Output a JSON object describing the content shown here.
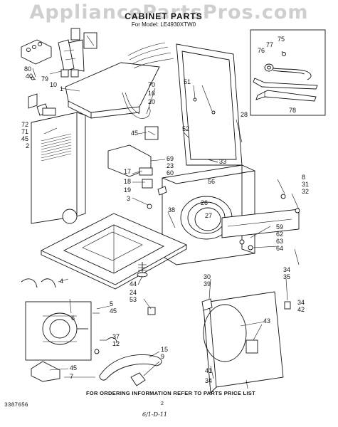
{
  "watermark": "AppliancePartsPros.com",
  "title": "CABINET PARTS",
  "subtitle": "For Model: LE4930XTW0",
  "footer": "FOR ORDERING INFORMATION REFER TO PARTS PRICE LIST",
  "drawing_code": "3387656",
  "page_number": "2",
  "signature": "6/1-D-11",
  "part_labels": [
    {
      "id": "p75",
      "text": "75"
    },
    {
      "id": "p76",
      "text": "76"
    },
    {
      "id": "p77",
      "text": "77"
    },
    {
      "id": "p78",
      "text": "78"
    },
    {
      "id": "p80",
      "text": "80"
    },
    {
      "id": "p40",
      "text": "40"
    },
    {
      "id": "p79",
      "text": "79"
    },
    {
      "id": "p10",
      "text": "10"
    },
    {
      "id": "p1",
      "text": "1"
    },
    {
      "id": "p70",
      "text": "70"
    },
    {
      "id": "p16",
      "text": "16"
    },
    {
      "id": "p20",
      "text": "20"
    },
    {
      "id": "p51",
      "text": "51"
    },
    {
      "id": "p28",
      "text": "28"
    },
    {
      "id": "p72",
      "text": "72"
    },
    {
      "id": "p71",
      "text": "71"
    },
    {
      "id": "p45a",
      "text": "45"
    },
    {
      "id": "p2",
      "text": "2"
    },
    {
      "id": "p45b",
      "text": "45"
    },
    {
      "id": "p52",
      "text": "52"
    },
    {
      "id": "p69",
      "text": "69"
    },
    {
      "id": "p23",
      "text": "23"
    },
    {
      "id": "p60",
      "text": "60"
    },
    {
      "id": "p33",
      "text": "33"
    },
    {
      "id": "p17",
      "text": "17"
    },
    {
      "id": "p18",
      "text": "18"
    },
    {
      "id": "p19",
      "text": "19"
    },
    {
      "id": "p3",
      "text": "3"
    },
    {
      "id": "p56",
      "text": "56"
    },
    {
      "id": "p8",
      "text": "8"
    },
    {
      "id": "p31",
      "text": "31"
    },
    {
      "id": "p32",
      "text": "32"
    },
    {
      "id": "p38",
      "text": "38"
    },
    {
      "id": "p26",
      "text": "26"
    },
    {
      "id": "p27",
      "text": "27"
    },
    {
      "id": "p59",
      "text": "59"
    },
    {
      "id": "p62",
      "text": "62"
    },
    {
      "id": "p63",
      "text": "63"
    },
    {
      "id": "p64",
      "text": "64"
    },
    {
      "id": "p44",
      "text": "44"
    },
    {
      "id": "p24",
      "text": "24"
    },
    {
      "id": "p53",
      "text": "53"
    },
    {
      "id": "p4",
      "text": "4"
    },
    {
      "id": "p30",
      "text": "30"
    },
    {
      "id": "p39",
      "text": "39"
    },
    {
      "id": "p34a",
      "text": "34"
    },
    {
      "id": "p35",
      "text": "35"
    },
    {
      "id": "p5",
      "text": "5"
    },
    {
      "id": "p45c",
      "text": "45"
    },
    {
      "id": "p6",
      "text": "6"
    },
    {
      "id": "p37",
      "text": "37"
    },
    {
      "id": "p12",
      "text": "12"
    },
    {
      "id": "p43",
      "text": "43"
    },
    {
      "id": "p34b",
      "text": "34"
    },
    {
      "id": "p42",
      "text": "42"
    },
    {
      "id": "p15",
      "text": "15"
    },
    {
      "id": "p9",
      "text": "9"
    },
    {
      "id": "p45d",
      "text": "45"
    },
    {
      "id": "p7",
      "text": "7"
    },
    {
      "id": "p41",
      "text": "41"
    },
    {
      "id": "p34c",
      "text": "34"
    }
  ]
}
